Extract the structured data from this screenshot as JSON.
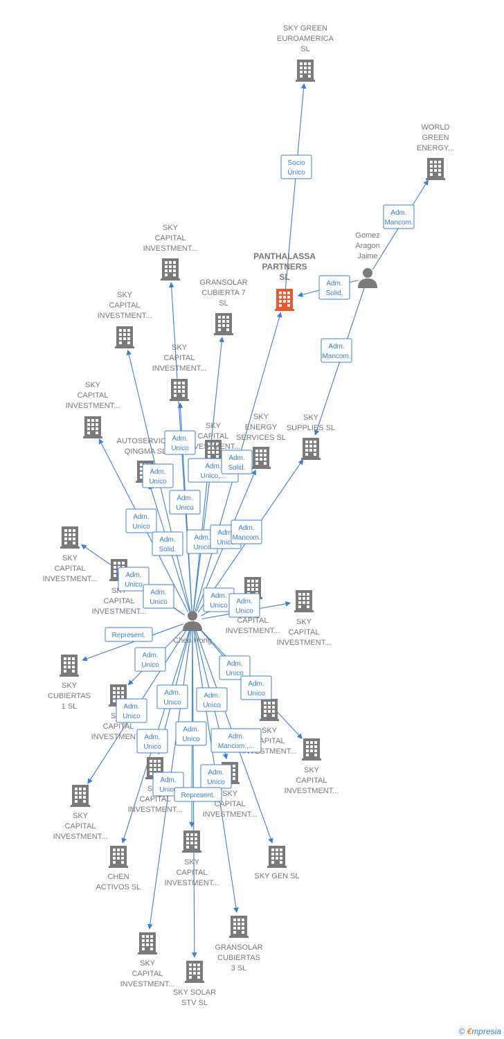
{
  "colors": {
    "edge": "#3b7fd4",
    "building": "#7a7a7a",
    "building_highlight": "#f0562c",
    "person": "#7a7a7a"
  },
  "nodes": [
    {
      "id": "sky_green",
      "lines": [
        "SKY GREEN",
        "EUROAMERICA",
        "SL"
      ],
      "type": "company"
    },
    {
      "id": "world_green",
      "lines": [
        "WORLD",
        "GREEN",
        "ENERGY..."
      ],
      "type": "company"
    },
    {
      "id": "gomez",
      "lines": [
        "Gomez",
        "Aragon",
        "Jaime"
      ],
      "type": "person"
    },
    {
      "id": "panthalassa",
      "lines": [
        "PANTHALASSA",
        "PARTNERS",
        "SL"
      ],
      "type": "company",
      "highlight": true
    },
    {
      "id": "sky_cap_1",
      "lines": [
        "SKY",
        "CAPITAL",
        "INVESTMENT..."
      ],
      "type": "company"
    },
    {
      "id": "gransolar7",
      "lines": [
        "GRANSOLAR",
        "CUBIERTA 7",
        "SL"
      ],
      "type": "company"
    },
    {
      "id": "sky_cap_2",
      "lines": [
        "SKY",
        "CAPITAL",
        "INVESTMENT..."
      ],
      "type": "company"
    },
    {
      "id": "sky_cap_3",
      "lines": [
        "SKY",
        "CAPITAL",
        "INVESTMENT..."
      ],
      "type": "company"
    },
    {
      "id": "sky_cap_4",
      "lines": [
        "SKY",
        "CAPITAL",
        "INVESTMENT..."
      ],
      "type": "company"
    },
    {
      "id": "autoservicio",
      "lines": [
        "AUTOSERVICIO",
        "QINGMA SL"
      ],
      "type": "company"
    },
    {
      "id": "sky_cap_5",
      "lines": [
        "SKY",
        "CAPITAL",
        "INVESTMENT..."
      ],
      "type": "company"
    },
    {
      "id": "sky_energy",
      "lines": [
        "SKY",
        "ENERGY",
        "SERVICES SL"
      ],
      "type": "company"
    },
    {
      "id": "sky_supplies",
      "lines": [
        "SKY",
        "SUPPLIES SL"
      ],
      "type": "company"
    },
    {
      "id": "sky_cap_6",
      "lines": [
        "SKY",
        "CAPITAL",
        "INVESTMENT..."
      ],
      "type": "company"
    },
    {
      "id": "sky_cap_7",
      "lines": [
        "SKY",
        "CAPITAL",
        "INVESTMENT..."
      ],
      "type": "company"
    },
    {
      "id": "sky_cap_8",
      "lines": [
        "SKY",
        "CAPITAL",
        "INVESTMENT..."
      ],
      "type": "company"
    },
    {
      "id": "sky_cap_9",
      "lines": [
        "SKY",
        "CAPITAL",
        "INVESTMENT..."
      ],
      "type": "company"
    },
    {
      "id": "chen",
      "lines": [
        "Chen Hong"
      ],
      "type": "person"
    },
    {
      "id": "sky_cubiertas",
      "lines": [
        "SKY",
        "CUBIERTAS",
        "1 SL"
      ],
      "type": "company"
    },
    {
      "id": "sky_cap_10",
      "lines": [
        "SKY",
        "CAPITAL",
        "INVESTMENT..."
      ],
      "type": "company"
    },
    {
      "id": "sky_cap_11",
      "lines": [
        "SKY",
        "CAPITAL",
        "INVESTMENT..."
      ],
      "type": "company"
    },
    {
      "id": "sky_cap_12",
      "lines": [
        "SKY",
        "CAPITAL",
        "INVESTMENT..."
      ],
      "type": "company"
    },
    {
      "id": "sky_cap_13",
      "lines": [
        "SKY",
        "CAPITAL",
        "INVESTMENT..."
      ],
      "type": "company"
    },
    {
      "id": "sky_cap_14",
      "lines": [
        "SKY",
        "CAPITAL",
        "INVESTMENT..."
      ],
      "type": "company"
    },
    {
      "id": "sky_cap_15",
      "lines": [
        "SKY",
        "CAPITAL",
        "INVESTMENT..."
      ],
      "type": "company"
    },
    {
      "id": "chen_activos",
      "lines": [
        "CHEN",
        "ACTIVOS SL"
      ],
      "type": "company"
    },
    {
      "id": "sky_cap_16",
      "lines": [
        "SKY",
        "CAPITAL",
        "INVESTMENT..."
      ],
      "type": "company"
    },
    {
      "id": "sky_gen",
      "lines": [
        "SKY GEN  SL"
      ],
      "type": "company"
    },
    {
      "id": "gransolar3",
      "lines": [
        "GRANSOLAR",
        "CUBIERTAS",
        "3 SL"
      ],
      "type": "company"
    },
    {
      "id": "sky_cap_17",
      "lines": [
        "SKY",
        "CAPITAL",
        "INVESTMENT..."
      ],
      "type": "company"
    },
    {
      "id": "sky_solar",
      "lines": [
        "SKY SOLAR",
        "STV SL"
      ],
      "type": "company"
    }
  ],
  "edge_labels": [
    [
      "Socio",
      "Único"
    ],
    [
      "Adm.",
      "Mancom."
    ],
    [
      "Adm.",
      "Solid."
    ],
    [
      "Adm.",
      "Mancom."
    ],
    [
      "Adm.",
      "Unico"
    ],
    [
      "Adm.",
      "Unico"
    ],
    [
      "Adm.",
      "Unico,..."
    ],
    [
      "Adm.",
      "Solid."
    ],
    [
      "Adm.",
      "Unico"
    ],
    [
      "Adm.",
      "Unico"
    ],
    [
      "Adm.",
      "Solid."
    ],
    [
      "Adm.",
      "Unico"
    ],
    [
      "Adm.",
      "Unico"
    ],
    [
      "Adm.",
      "Mancom."
    ],
    [
      "Adm.",
      "Unico"
    ],
    [
      "Adm.",
      "Unico"
    ],
    [
      "Adm.",
      "Unico"
    ],
    [
      "Adm.",
      "Unico"
    ],
    [
      "Represent."
    ],
    [
      "Adm.",
      "Unico"
    ],
    [
      "Adm.",
      "Unico"
    ],
    [
      "Adm.",
      "Unico"
    ],
    [
      "Adm.",
      "Unico"
    ],
    [
      "Adm.",
      "Unico"
    ],
    [
      "Adm.",
      "Unico"
    ],
    [
      "Adm.",
      "Unico"
    ],
    [
      "Adm.",
      "Mancom.,..."
    ],
    [
      "Adm.",
      "Unico"
    ],
    [
      "Adm.",
      "Unico"
    ],
    [
      "Adm.",
      "Unico"
    ],
    [
      "Represent."
    ]
  ],
  "footer": {
    "copyright": "©",
    "brand_first": "€",
    "brand_rest": "mpresia"
  }
}
